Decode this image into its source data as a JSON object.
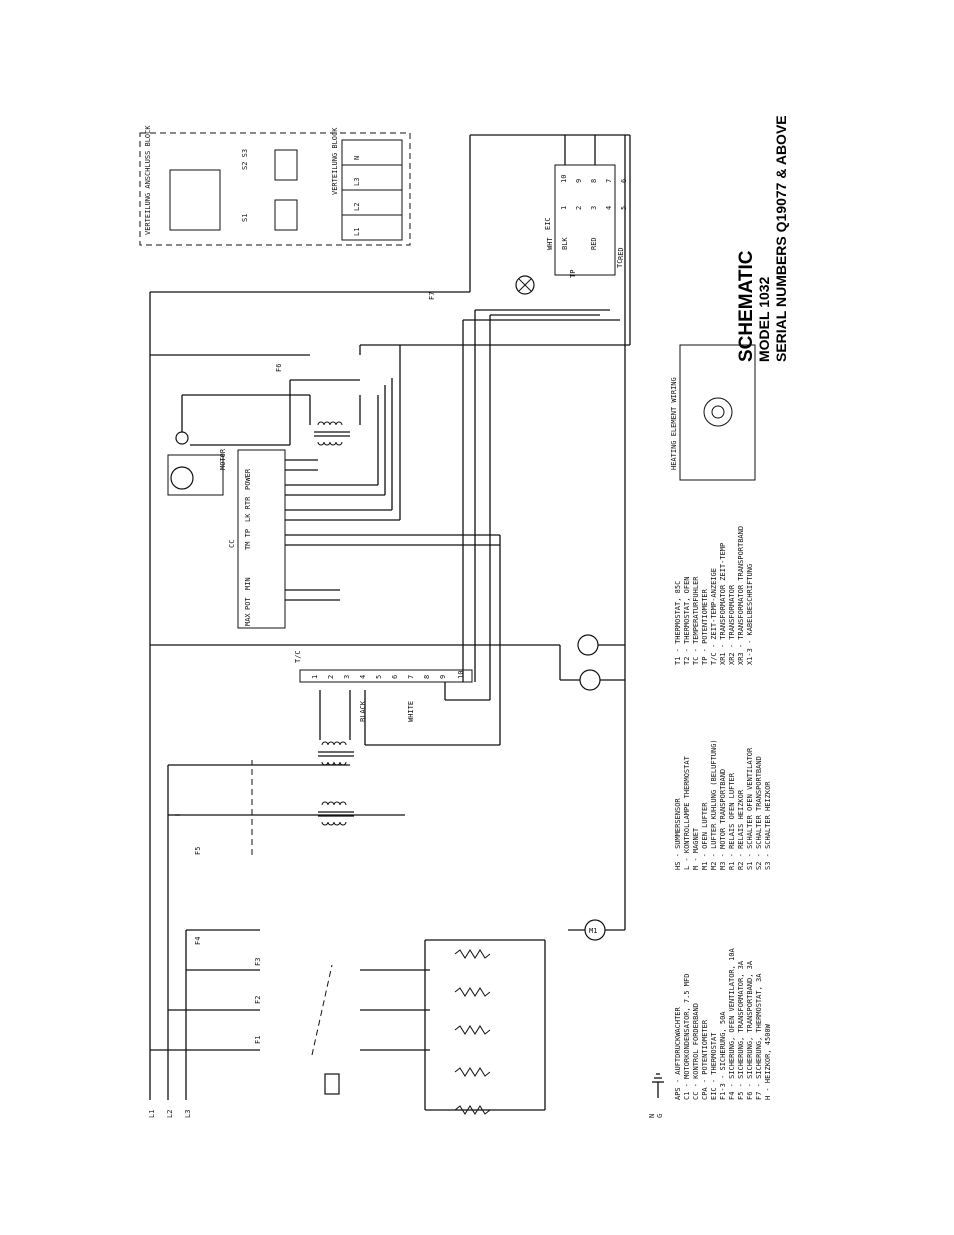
{
  "title": {
    "heading": "SCHEMATIC",
    "model": "MODEL 1032",
    "serial": "SERIAL NUMBERS Q19077 & ABOVE"
  },
  "lines": [
    "L1",
    "L2",
    "L3",
    "N",
    "G"
  ],
  "fuses": [
    "F1",
    "F2",
    "F3",
    "F4",
    "F5",
    "F6",
    "F7"
  ],
  "distribution": {
    "terminal_block_label": "VERTEILUNG ANSCHLUSS BLOCK",
    "block_label": "VERTEILUNG BLOCK",
    "switch_labels": [
      "S1",
      "S2 S3"
    ],
    "terminals": [
      "L1",
      "L2",
      "L3",
      "N"
    ]
  },
  "controller": {
    "label": "CC",
    "rows": [
      "MAX",
      "POT",
      "MIN",
      "TM TP",
      "LK RTR",
      "POWER",
      "MOTOR"
    ]
  },
  "eic": {
    "label": "EIC",
    "left_pins": [
      "1",
      "2",
      "3",
      "4",
      "5"
    ],
    "right_pins": [
      "10",
      "9",
      "8",
      "7",
      "6"
    ],
    "wires": [
      "WHT",
      "BLK",
      "RED",
      "RED"
    ],
    "tp": "TP",
    "tc": "TC"
  },
  "tc_board": {
    "label": "T/C",
    "pins": [
      "1",
      "2",
      "3",
      "4",
      "5",
      "6",
      "7",
      "8",
      "9",
      "10"
    ],
    "wires": [
      "BLACK",
      "WHITE"
    ]
  },
  "heating_element_wiring": "HEATING ELEMENT WIRING",
  "legend": {
    "col1": [
      "APS - AUFTDRUCKWACHTER",
      "C1 - MOTORKONDENSATOR, 7.5 MFD",
      "CC - KONTROL FORDERBAND",
      "CPA - POTENTIOMETER",
      "EIC - THERMOSTAT",
      "F1-3 - SICHERUNG, 50A",
      "F4 - SICHERUNG, OFEN VENTILATOR, 10A",
      "F5 - SICHERUNG, TRANSFORMATOR, 3A",
      "F6 - SICHERUNG, TRANSPORTBAND, 3A",
      "F7 - SICHERUNG, THERMOSTAT, 3A",
      "H - HEIZKOR, 4500W"
    ],
    "col2": [
      "HS - SUMMERSENSOR",
      "L - KONTROLLAMPE THERMOSTAT",
      "M - MAGNET",
      "M1 - OFEN LUFTER",
      "M2 - LUFTER KUHLUNG (BELUFTUNG)",
      "M3 - MOTOR TRANSPORTBAND",
      "R1 - RELAIS OFEN LUFTER",
      "R2 - RELAIS HEIZKOR",
      "S1 - SCHALTER OFEN VENTILATOR",
      "S2 - SCHALTER TRANSPORTBAND",
      "S3 - SCHALTER HEIZKOR"
    ],
    "col3": [
      "T1 - THERMOSTAT, 85C",
      "T2 - THERMOSTAT, OFEN",
      "TC - TEMPERATURFUHLER",
      "TP - POTENTIOMETER",
      "T/C - ZEIT-TEMP-ANZEIGE",
      "XR1 - TRANSFORMATOR ZEIT-TEMP",
      "XR2 - TRANSFORMATOR",
      "XR3 - TRANSFORMATOR TRANSPORTBAND",
      "X1-3 - KABELBESCHRIFTUNG"
    ]
  }
}
